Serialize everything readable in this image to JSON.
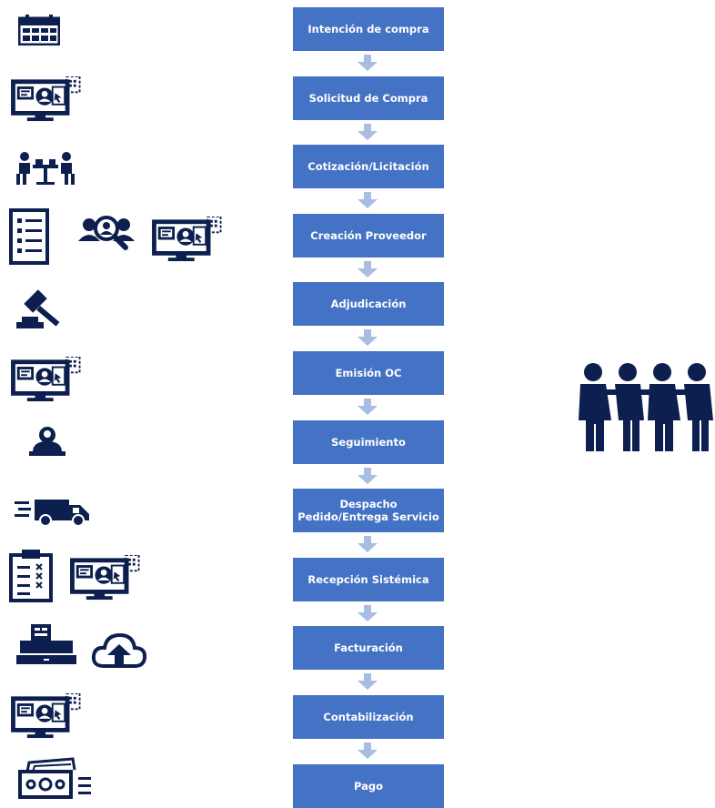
{
  "colors": {
    "box": "#4472C4",
    "box_text": "#FFFFFF",
    "arrow": "#A9BCE3",
    "icon": "#0D1F4F"
  },
  "steps": [
    {
      "label": "Intención de compra"
    },
    {
      "label": "Solicitud de Compra"
    },
    {
      "label": "Cotización/Licitación"
    },
    {
      "label": "Creación Proveedor"
    },
    {
      "label": "Adjudicación"
    },
    {
      "label": "Emisión OC"
    },
    {
      "label": "Seguimiento"
    },
    {
      "label": "Despacho\nPedido/Entrega Servicio"
    },
    {
      "label": "Recepción Sistémica"
    },
    {
      "label": "Facturación"
    },
    {
      "label": "Contabilización"
    },
    {
      "label": "Pago"
    }
  ],
  "left_icons": [
    [
      "calendar-icon"
    ],
    [
      "computer-user-icon"
    ],
    [
      "meeting-icon"
    ],
    [
      "document-list-icon",
      "user-search-icon",
      "computer-user-icon"
    ],
    [
      "gavel-icon"
    ],
    [
      "computer-user-icon"
    ],
    [
      "headset-operator-icon"
    ],
    [
      "delivery-truck-icon"
    ],
    [
      "checklist-clipboard-icon",
      "computer-user-icon"
    ],
    [
      "cash-register-icon",
      "cloud-upload-icon"
    ],
    [
      "computer-user-icon"
    ],
    [
      "money-payment-icon"
    ]
  ],
  "right_icon": "people-group-icon"
}
